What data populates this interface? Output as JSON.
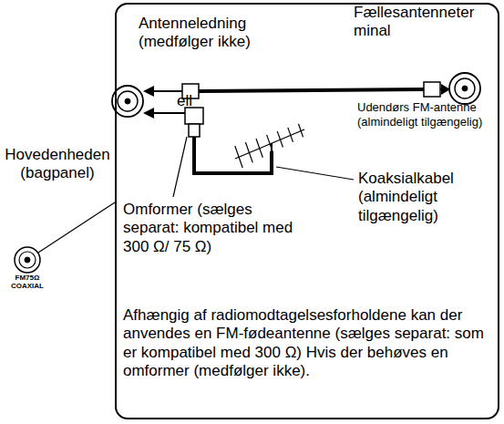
{
  "diagram": {
    "nodes": [
      {
        "text": [
          "Antenneledning (medfølger ikke)",
          "Fællesantenneter minal",
          "ell",
          "Udendørs FM-antenne (almindeligt tilgængelig)",
          "Koaksialkabel (almindeligt tilgængelig)",
          "Omformer (sælges separat: kompatibel med 300 Ω/ 75 Ω)",
          "Afhængig af radiomodtagelsesforholdene kan der anvendes en FM-fødeantenne (sælges separat: som er kompatibel med 300 Ω) Hvis der behøves en omformer (medfølger ikke)."
        ]
      }
    ],
    "labels": [
      "Hovedenheden (bagpanel)",
      "FM75Ω COAXIAL"
    ]
  }
}
